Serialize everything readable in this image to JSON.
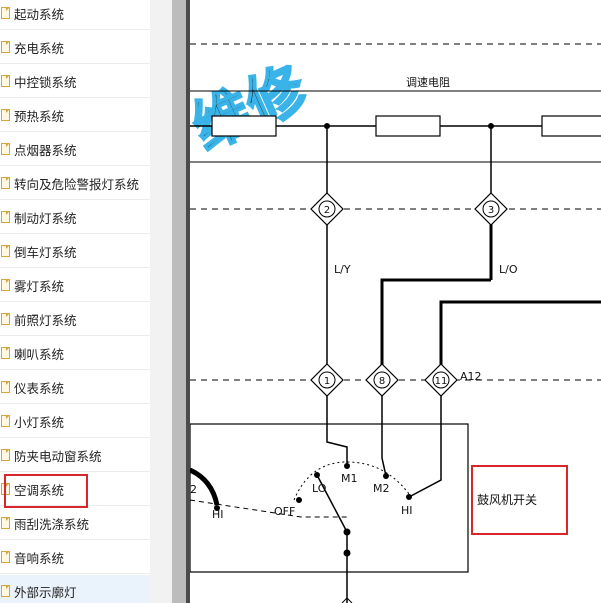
{
  "sidebar": {
    "items": [
      {
        "label": "起动系统"
      },
      {
        "label": "充电系统"
      },
      {
        "label": "中控锁系统"
      },
      {
        "label": "预热系统"
      },
      {
        "label": "点烟器系统"
      },
      {
        "label": "转向及危险警报灯系统"
      },
      {
        "label": "制动灯系统"
      },
      {
        "label": "倒车灯系统"
      },
      {
        "label": "雾灯系统"
      },
      {
        "label": "前照灯系统"
      },
      {
        "label": "喇叭系统"
      },
      {
        "label": "仪表系统"
      },
      {
        "label": "小灯系统"
      },
      {
        "label": "防夹电动窗系统"
      },
      {
        "label": "空调系统"
      },
      {
        "label": "雨刮洗涤系统"
      },
      {
        "label": "音响系统"
      },
      {
        "label": "外部示廓灯"
      }
    ]
  },
  "diagram": {
    "resistor_label": "调速电阻",
    "wire_ly": "L/Y",
    "wire_lo": "L/O",
    "connector_id": "A12",
    "pins": {
      "p2": "2",
      "p3": "3",
      "p1": "1",
      "p8": "8",
      "p11": "11"
    },
    "switch_positions": {
      "off": "OFF",
      "lo": "LO",
      "m1": "M1",
      "m2": "M2",
      "hi": "HI"
    },
    "left_num": "2",
    "left_hi": "HI",
    "blower_switch": "鼓风机开关",
    "watermark": "维修"
  },
  "colors": {
    "highlight": "#d9262b",
    "watermark": "#3ab4e8",
    "active_row": "#eaf2fb"
  }
}
